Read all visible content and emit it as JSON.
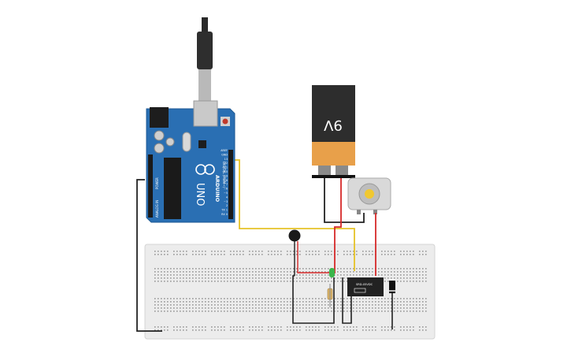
{
  "canvas": {
    "background": "#ffffff"
  },
  "board": {
    "brand_text": "ARDUINO",
    "model_text": "UNO",
    "color": "#2a6fb3",
    "pin_labels_top": [
      "AREF",
      "GND",
      "13",
      "12",
      "~11",
      "~10",
      "~9",
      "8",
      "7",
      "~6",
      "~5",
      "4",
      "~3",
      "2",
      "TX 1",
      "RX 0"
    ],
    "digital_header_label": "DIGITAL (PWM~)",
    "power_header_label": "POWER",
    "analog_header_label": "ANALOG IN"
  },
  "battery": {
    "label": "9V",
    "color_top": "#2d2d2d",
    "color_bottom": "#e8a04a"
  },
  "motor": {
    "icon": "dc-motor-icon",
    "color": "#d9d9d9"
  },
  "relay": {
    "label": "SRD-05VDC",
    "color": "#222222"
  },
  "led": {
    "color": "#3bb54a"
  },
  "resistor": {
    "color": "#d9b36a"
  },
  "diode": {
    "color": "#111111"
  },
  "piezo": {
    "color": "#1a1a1a"
  },
  "wires": {
    "signal_color": "#e6c227",
    "power_color": "#d62828",
    "ground_color": "#222222"
  },
  "breadboard": {
    "color": "#ececec",
    "hole_color": "#9a9a9a"
  }
}
